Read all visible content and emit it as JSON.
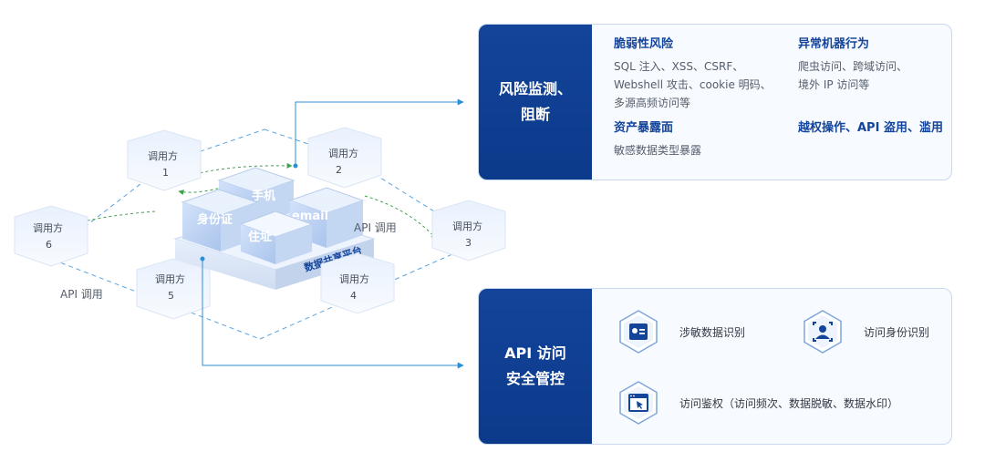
{
  "platform": {
    "label": "数据共享平台"
  },
  "center_cubes": [
    {
      "id": "phone",
      "label": "手机"
    },
    {
      "id": "id",
      "label": "身份证"
    },
    {
      "id": "email",
      "label": "email"
    },
    {
      "id": "address",
      "label": "住址"
    }
  ],
  "callers": [
    {
      "label": "调用方",
      "number": "1"
    },
    {
      "label": "调用方",
      "number": "2"
    },
    {
      "label": "调用方",
      "number": "3"
    },
    {
      "label": "调用方",
      "number": "4"
    },
    {
      "label": "调用方",
      "number": "5"
    },
    {
      "label": "调用方",
      "number": "6"
    }
  ],
  "api_call_labels": [
    "API 调用",
    "API 调用"
  ],
  "risk_panel": {
    "title_line1": "风险监测、",
    "title_line2": "阻断",
    "col1": {
      "head1": "脆弱性风险",
      "lines1": [
        "SQL 注入、XSS、CSRF、",
        "Webshell 攻击、cookie 明码、",
        "多源高频访问等"
      ],
      "head2": "资产暴露面",
      "lines2": [
        "敏感数据类型暴露"
      ]
    },
    "col2": {
      "head1": "异常机器行为",
      "lines1": [
        "爬虫访问、跨域访问、",
        "境外 IP 访问等"
      ],
      "head2": "越权操作、API 盗用、滥用"
    }
  },
  "security_panel": {
    "title_line1": "API 访问",
    "title_line2": "安全管控",
    "features": [
      {
        "icon": "data-card-icon",
        "label": "涉敏数据识别"
      },
      {
        "icon": "user-identity-icon",
        "label": "访问身份识别"
      },
      {
        "icon": "browser-cursor-icon",
        "label": "访问鉴权（访问频次、数据脱敏、数据水印）"
      }
    ]
  },
  "colors": {
    "brand": "#13449a",
    "accent": "#2b8fd6",
    "cube": "#d7e6fa",
    "flow": "#3aa34a"
  }
}
